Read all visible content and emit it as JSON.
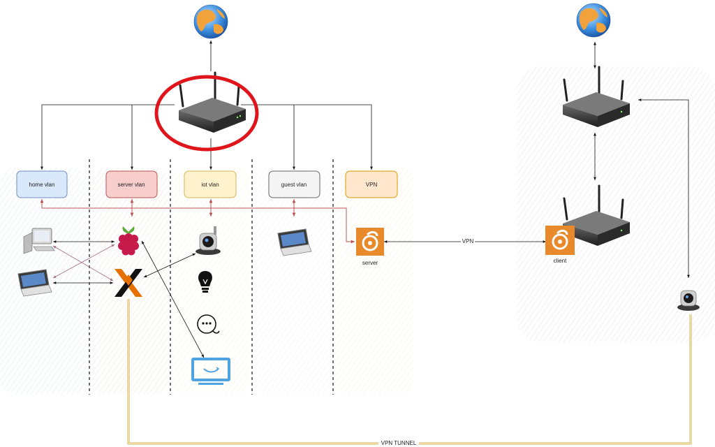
{
  "vlans": [
    {
      "id": "home",
      "label": "home vlan",
      "fill": "#dae8fc",
      "stroke": "#6c8ebf"
    },
    {
      "id": "server",
      "label": "server vlan",
      "fill": "#f8cecc",
      "stroke": "#b85450"
    },
    {
      "id": "iot",
      "label": "iot vlan",
      "fill": "#fff2cc",
      "stroke": "#d6b656"
    },
    {
      "id": "guest",
      "label": "guest vlan",
      "fill": "#f5f5f5",
      "stroke": "#666666"
    },
    {
      "id": "vpn",
      "label": "VPN",
      "fill": "#ffe6cc",
      "stroke": "#d79b00"
    }
  ],
  "labels": {
    "wg_server": "server",
    "wg_client": "client",
    "vpn_link": "VPN",
    "vpn_tunnel": "VPN TUNNEL"
  },
  "colors": {
    "vlan_link": "#b85450",
    "tunnel": "#d6b656",
    "highlight": "#e0151b",
    "wireguard": "#e8892c",
    "tv": "#4fa3e0"
  },
  "icons": [
    "globe-icon",
    "router-icon",
    "desktop-computer-icon",
    "laptop-icon",
    "raspberry-pi-icon",
    "proxmox-icon",
    "ip-camera-icon",
    "smart-bulb-icon",
    "speaker-icon",
    "tv-icon",
    "wireguard-icon"
  ]
}
